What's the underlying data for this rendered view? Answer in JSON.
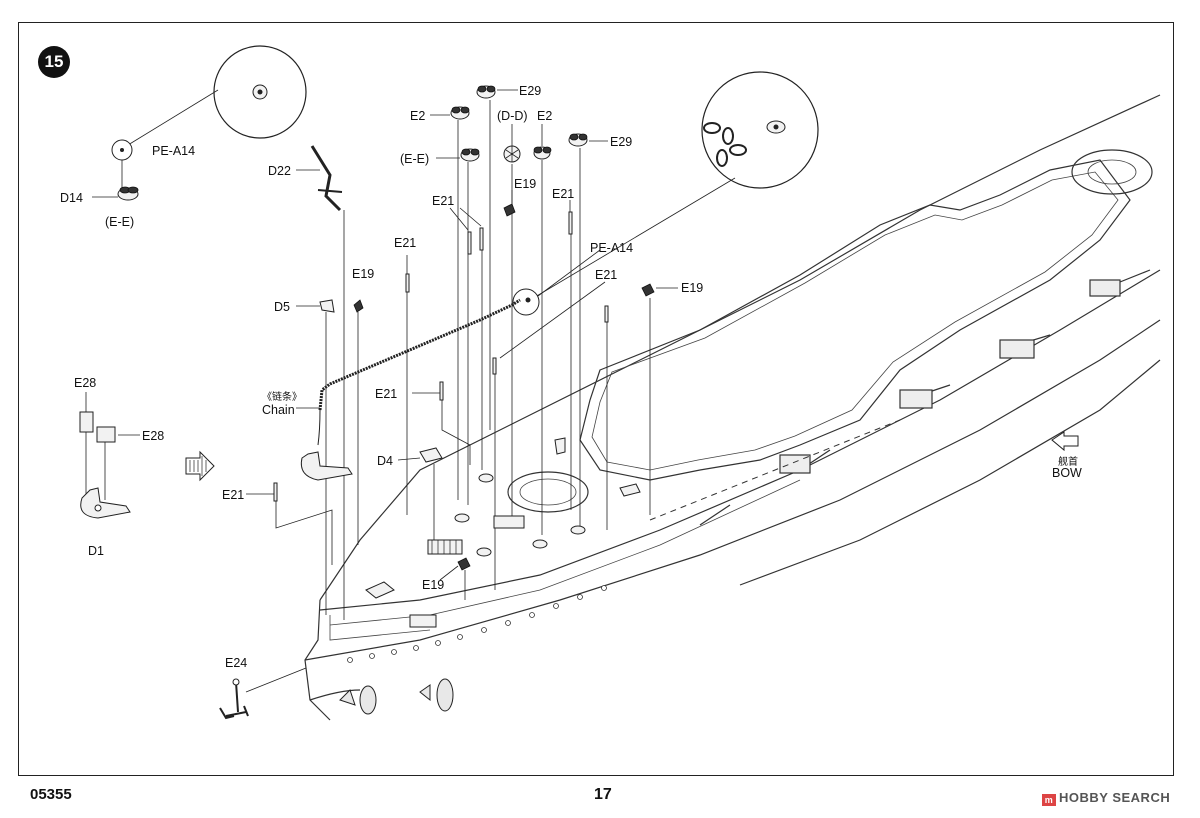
{
  "step_number": "15",
  "footer": {
    "product_code": "05355",
    "page_number": "17",
    "watermark": "HOBBY SEARCH"
  },
  "labels": {
    "pe_a14_top": "PE-A14",
    "d14": "D14",
    "ee_left": "(E-E)",
    "d22": "D22",
    "e2_left": "E2",
    "e29_top": "E29",
    "dd": "(D-D)",
    "e2_right": "E2",
    "e29_right": "E29",
    "ee_mid": "(E-E)",
    "e19_top": "E19",
    "e21_a": "E21",
    "e21_b": "E21",
    "e21_c": "E21",
    "pe_a14_mid": "PE-A14",
    "e21_d": "E21",
    "e19_right": "E19",
    "e19_left": "E19",
    "d5": "D5",
    "e28_top": "E28",
    "e28_right": "E28",
    "chain_cn": "《链条》",
    "chain": "Chain",
    "e21_e": "E21",
    "d4": "D4",
    "e21_f": "E21",
    "d1": "D1",
    "e19_bottom": "E19",
    "e24": "E24",
    "bow_cn": "舰首",
    "bow": "BOW"
  }
}
